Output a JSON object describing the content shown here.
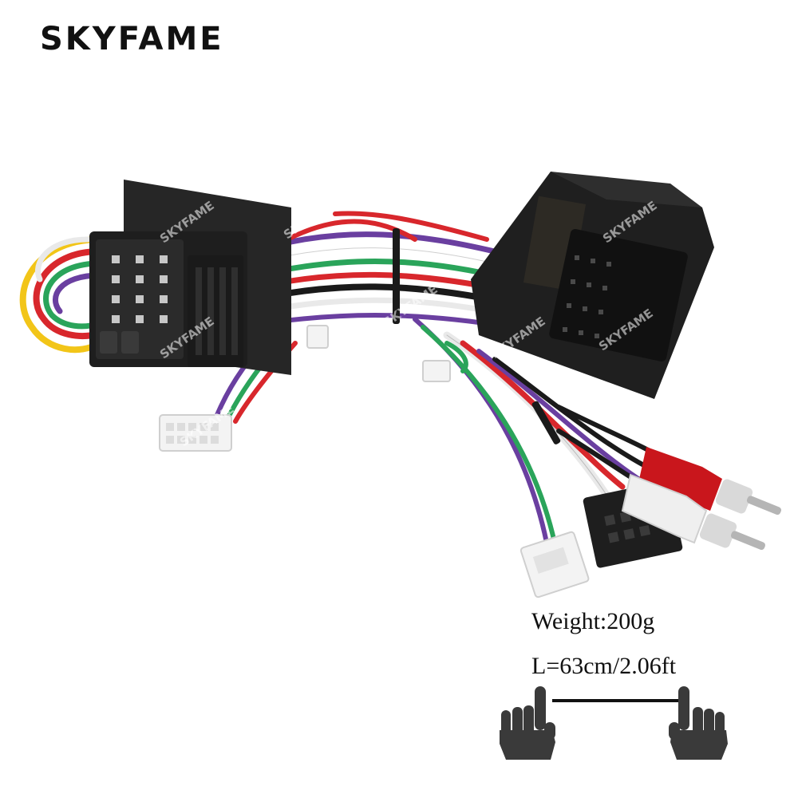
{
  "brand": {
    "logo_text": "SKYFAME",
    "watermark_text": "SKYFAME"
  },
  "product": {
    "weight_label": "Weight:200g",
    "length_label": "L=63cm/2.06ft"
  },
  "colors": {
    "connector_black": "#1e1e1e",
    "wire_red": "#d8272c",
    "wire_green": "#2aa45a",
    "wire_purple": "#6a3fa0",
    "wire_yellow": "#f2c518",
    "wire_white": "#e9e9e9",
    "rca_red": "#c9161c",
    "hand_gray": "#3a3a3a"
  },
  "icons": {
    "left": "hand-pointing-up-icon",
    "right": "hand-pointing-up-icon"
  }
}
